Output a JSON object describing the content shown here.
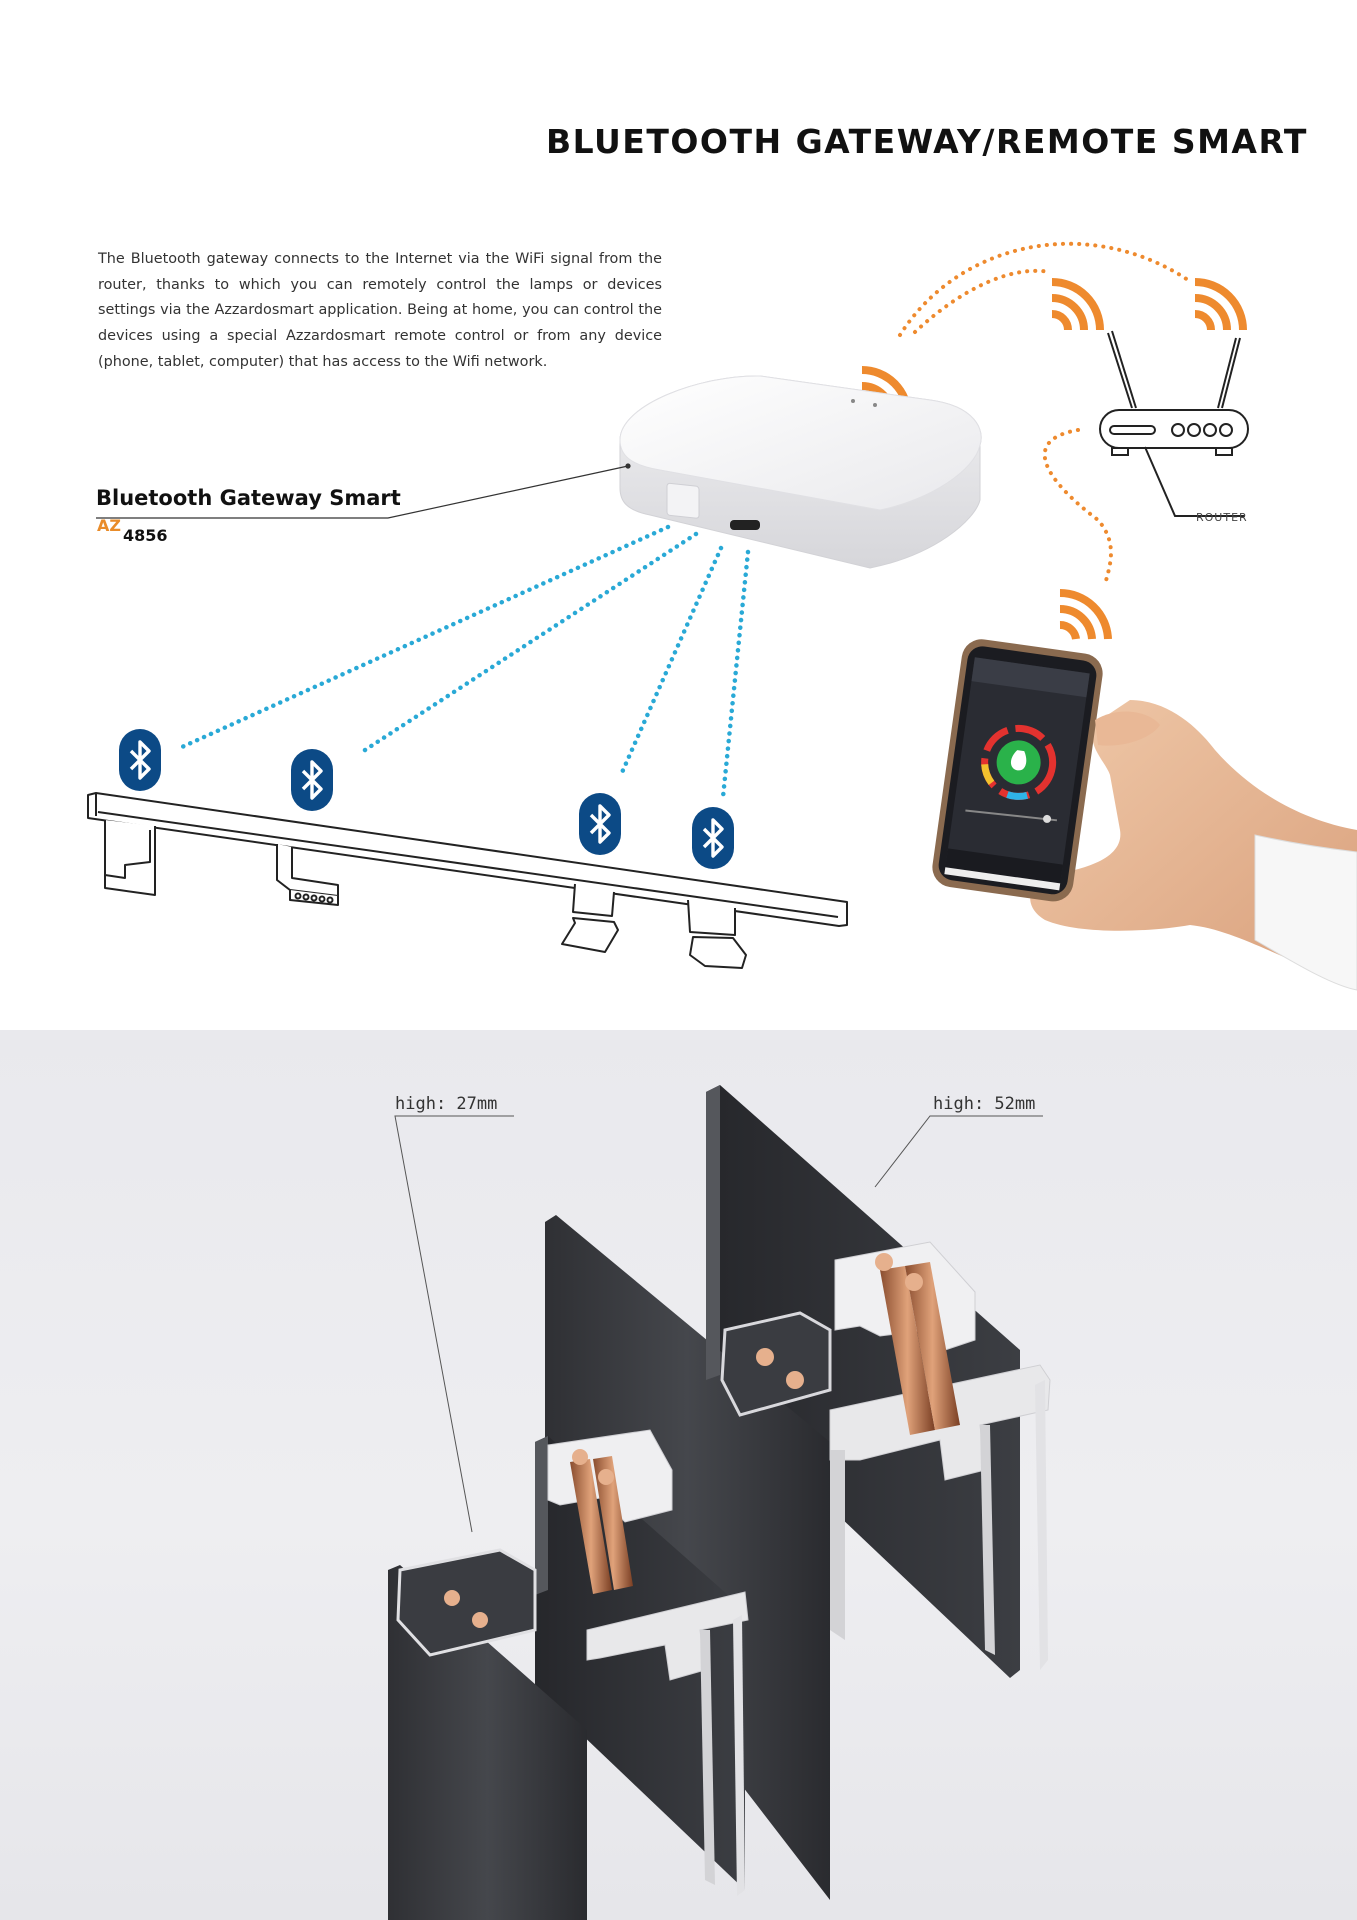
{
  "header": {
    "title": "BLUETOOTH GATEWAY/REMOTE SMART"
  },
  "intro": {
    "text": "The Bluetooth gateway connects to the Internet via the WiFi signal from the router, thanks to which you can remotely control the lamps or devices settings via the Azzardosmart application. Being at home, you can control the devices using a special Azzardosmart remote control or from any device (phone, tablet, computer) that has access to the Wifi network."
  },
  "gateway": {
    "name": "Bluetooth Gateway Smart",
    "code_prefix": "AZ",
    "code_number": "4856"
  },
  "router": {
    "label": "ROUTER"
  },
  "dimensions": {
    "small": "high: 27mm",
    "large": "high: 52mm"
  },
  "colors": {
    "wifi_orange": "#ee8a2e",
    "bluetooth_blue": "#0c4a86",
    "bt_dots": "#29a9d6",
    "profile_dark": "#3a3c40",
    "copper": "#c8875f"
  },
  "icons": {
    "wifi": "wifi-icon",
    "bluetooth": "bluetooth-icon",
    "router": "router-icon",
    "phone": "smartphone-icon"
  }
}
